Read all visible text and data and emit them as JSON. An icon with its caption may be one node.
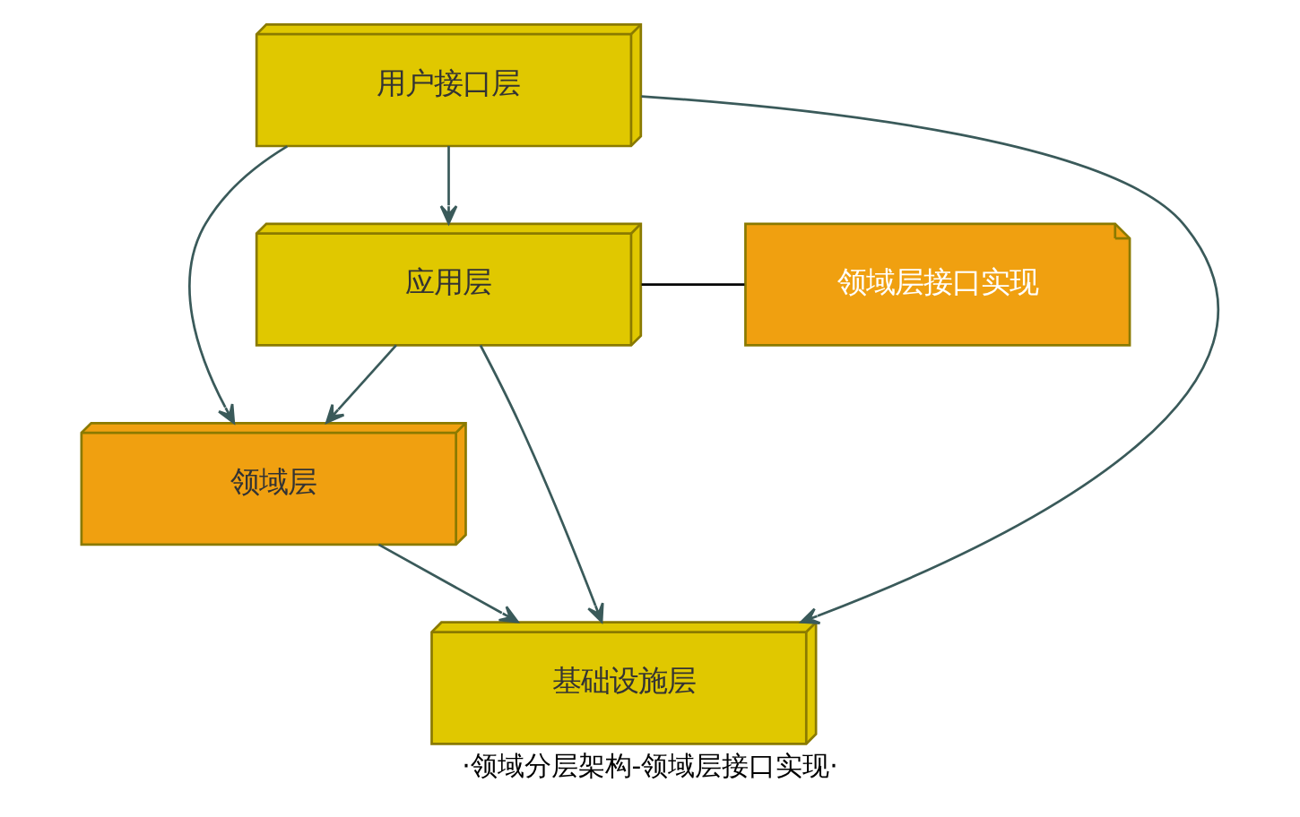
{
  "diagram": {
    "caption": "·领域分层架构-领域层接口实现·",
    "nodes": [
      {
        "text": [
          "用户接口层"
        ]
      },
      {
        "text": [
          "应用层"
        ]
      },
      {
        "text": [
          "领域层接口实现"
        ]
      },
      {
        "text": [
          "领域层"
        ]
      },
      {
        "text": [
          "基础设施层"
        ]
      }
    ],
    "edges": [
      {
        "from": 0,
        "to": 1,
        "arrow": "to"
      },
      {
        "from": 0,
        "to": 3,
        "arrow": "to"
      },
      {
        "from": 0,
        "to": 4,
        "arrow": "to"
      },
      {
        "from": 1,
        "to": 2,
        "arrow": "none",
        "color": "#000000"
      },
      {
        "from": 1,
        "to": 3,
        "arrow": "to"
      },
      {
        "from": 1,
        "to": 4,
        "arrow": "to"
      },
      {
        "from": 3,
        "to": 4,
        "arrow": "to"
      }
    ]
  }
}
